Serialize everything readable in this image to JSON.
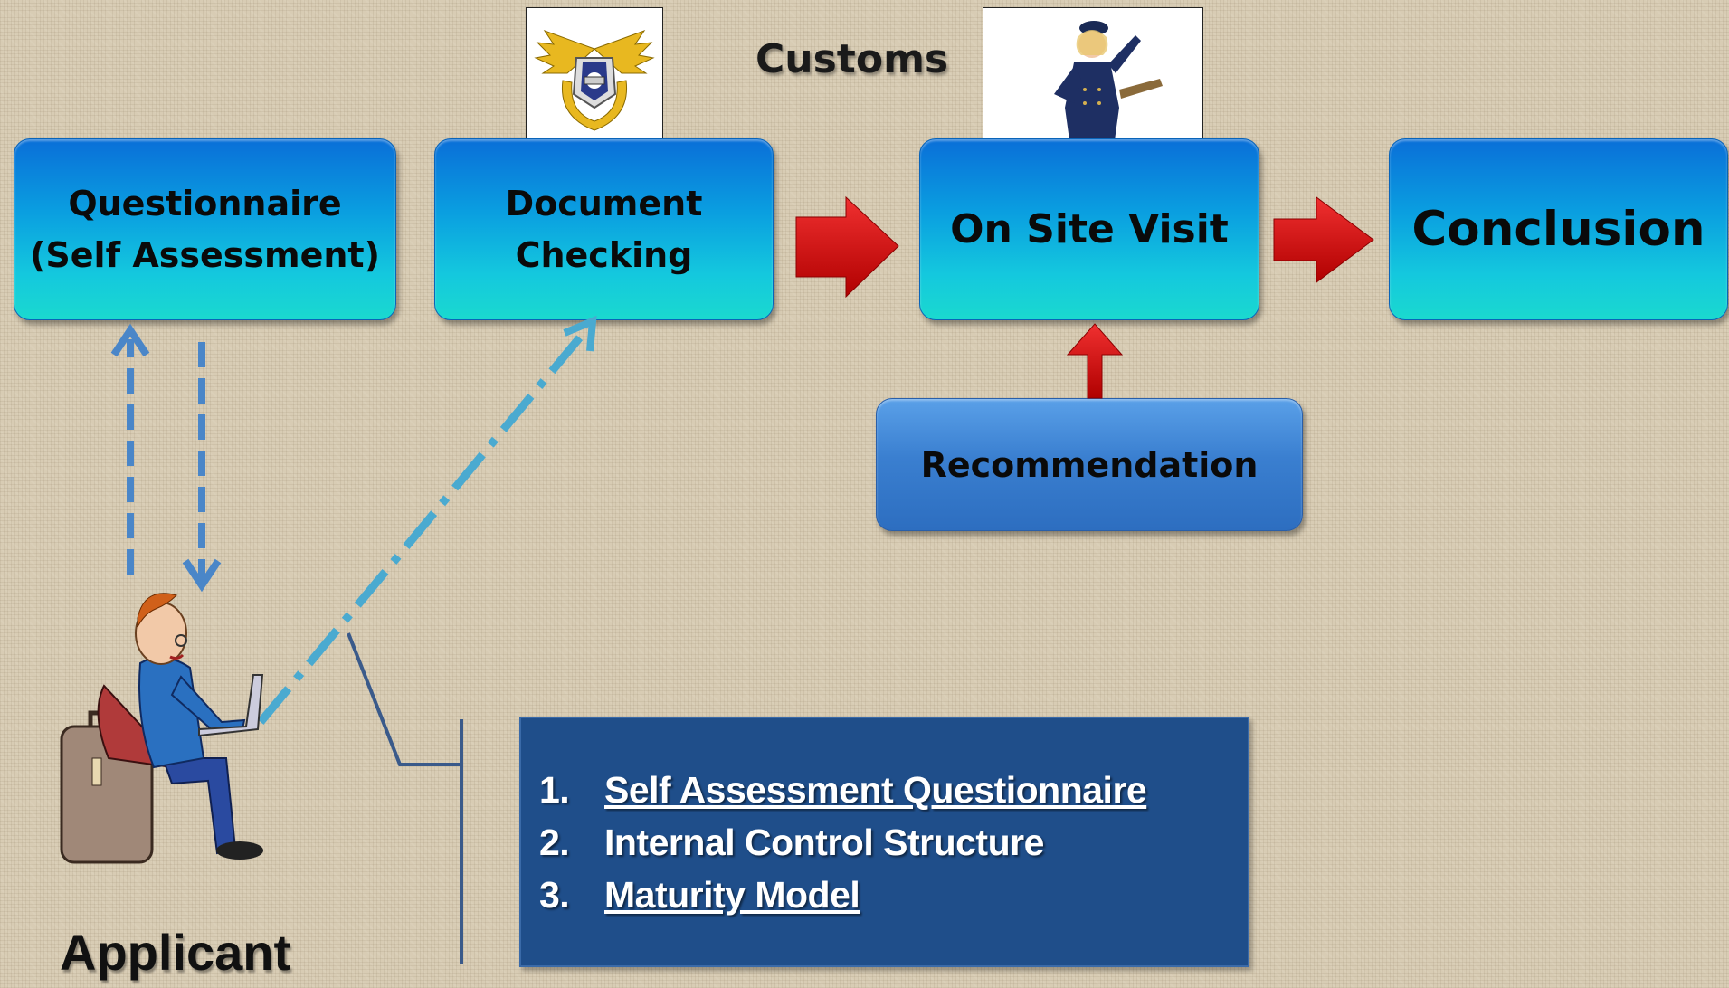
{
  "diagram": {
    "customs_label": "Customs",
    "applicant_label": "Applicant",
    "steps": {
      "questionnaire": "Questionnaire\n(Self Assessment)",
      "document_checking": "Document\nChecking",
      "on_site_visit": "On Site Visit",
      "conclusion": "Conclusion",
      "recommendation": "Recommendation"
    },
    "list": {
      "items": [
        {
          "number": "1.",
          "text": "Self Assessment Questionnaire"
        },
        {
          "number": "2.",
          "text": "Internal Control Structure"
        },
        {
          "number": "3.",
          "text": "Maturity Model"
        }
      ]
    },
    "colors": {
      "step_box": "#0a9ee0",
      "recommendation_box": "#3a7fd0",
      "red_arrow": "#d10a0a",
      "dashed_arrow": "#4a86c8",
      "dash_dot_line": "#4aaad0",
      "list_box": "#1f4e8a"
    },
    "icons": [
      "customs-emblem-icon",
      "officer-illustration",
      "applicant-illustration"
    ]
  }
}
